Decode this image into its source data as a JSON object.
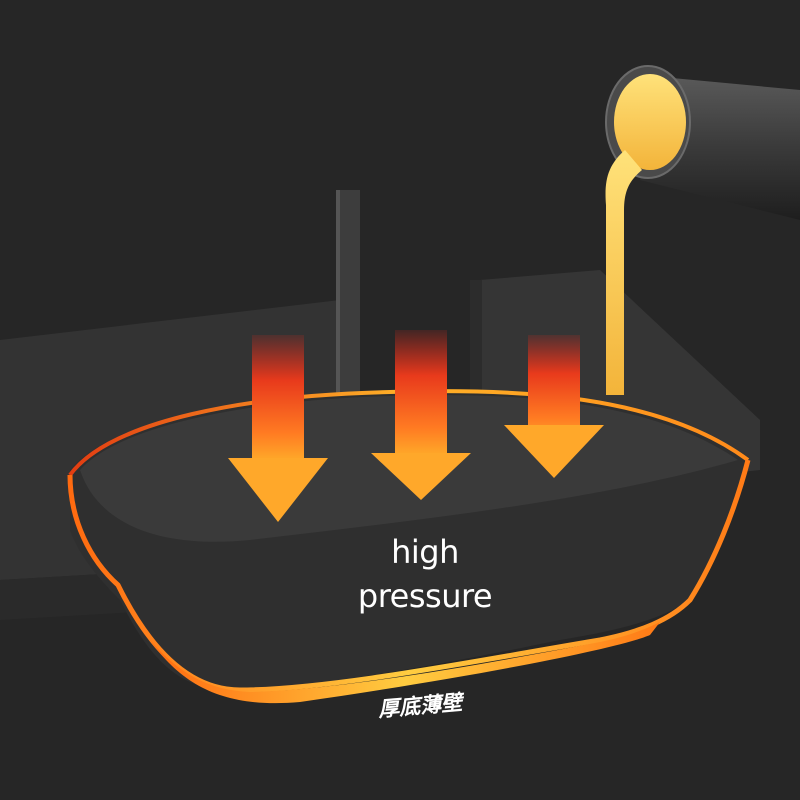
{
  "diagram": {
    "pressure_label_line1": "high",
    "pressure_label_line2": "pressure",
    "bottom_label": "厚底薄壁"
  },
  "colors": {
    "background": "#262626",
    "arrow_top": "#e8281a",
    "arrow_bottom": "#ffb12a",
    "molten_metal": "#ffd35c",
    "pan_rim": "#f4a21c"
  }
}
